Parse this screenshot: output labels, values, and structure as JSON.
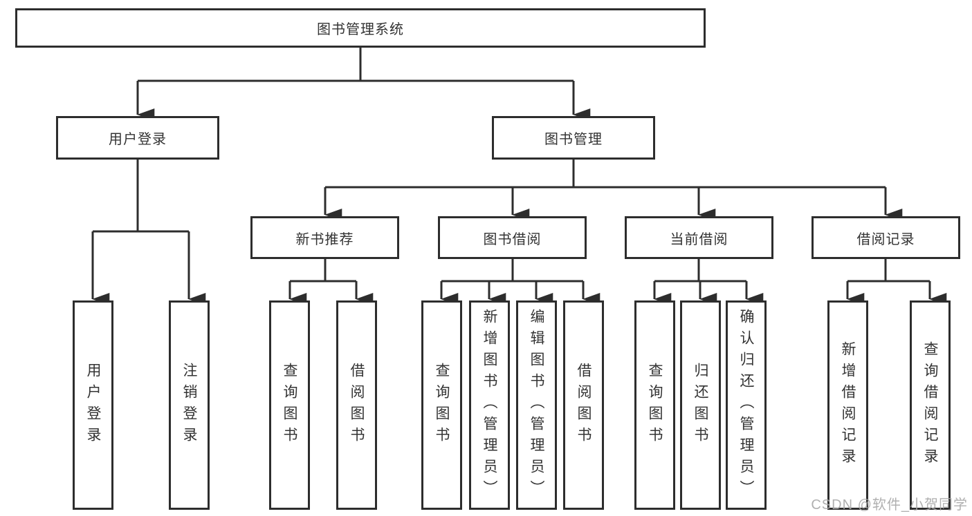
{
  "diagram": {
    "root": {
      "label": "图书管理系统"
    },
    "branches": {
      "user_login": {
        "label": "用户登录",
        "children": [
          "用户登录",
          "注销登录"
        ]
      },
      "book_management": {
        "label": "图书管理",
        "children": {
          "new_book_recommend": {
            "label": "新书推荐",
            "children": [
              "查询图书",
              "借阅图书"
            ]
          },
          "book_borrow": {
            "label": "图书借阅",
            "children": [
              "查询图书",
              "新增图书（管理员）",
              "编辑图书（管理员）",
              "借阅图书"
            ]
          },
          "current_borrow": {
            "label": "当前借阅",
            "children": [
              "查询图书",
              "归还图书",
              "确认归还（管理员）"
            ]
          },
          "borrow_record": {
            "label": "借阅记录",
            "children": [
              "新增借阅记录",
              "查询借阅记录"
            ]
          }
        }
      }
    },
    "watermark": "CSDN @软件_小贺同学",
    "colors": {
      "line": "#2d2d2d",
      "text": "#333333",
      "background": "#ffffff",
      "watermark": "#a8a8a8"
    }
  }
}
